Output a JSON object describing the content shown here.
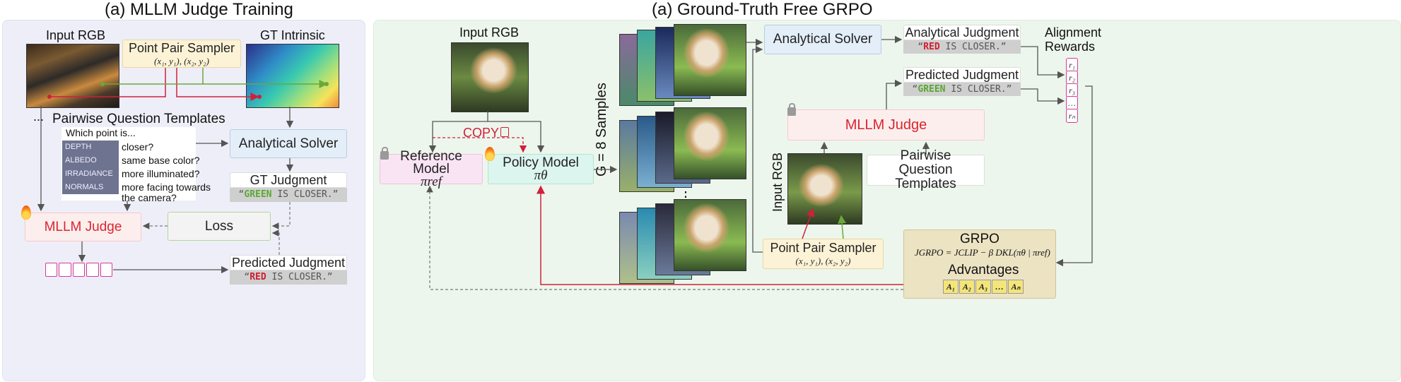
{
  "left_panel": {
    "title": "(a) MLLM Judge Training",
    "input_rgb_label": "Input RGB",
    "gt_intrinsic_label": "GT Intrinsic",
    "point_pair_sampler": {
      "title": "Point Pair Sampler",
      "coords": "(x₁, y₁), (x₂, y₂)"
    },
    "templates": {
      "title": "Pairwise Question Templates",
      "header": "Which point is...",
      "items": [
        {
          "tag": "DEPTH",
          "text": "closer?"
        },
        {
          "tag": "ALBEDO",
          "text": "same base color?"
        },
        {
          "tag": "IRRADIANCE",
          "text": "more illuminated?"
        },
        {
          "tag": "NORMALS",
          "text": "more facing towards",
          "text2": "the camera?"
        }
      ]
    },
    "analytical_solver": "Analytical Solver",
    "gt_judgment": {
      "title": "GT Judgment",
      "q_open": "“",
      "color_word": "GREEN",
      "rest": " IS CLOSER.”"
    },
    "mllm_judge": "MLLM Judge",
    "loss": "Loss",
    "predicted_judgment": {
      "title": "Predicted Judgment",
      "q_open": "“",
      "color_word": "RED",
      "rest": " IS CLOSER.”"
    },
    "ellipsis": "..."
  },
  "right_panel": {
    "title": "(a) Ground-Truth Free GRPO",
    "input_rgb_label": "Input RGB",
    "copy_label": "COPY",
    "reference_model": {
      "title": "Reference Model",
      "symbol": "πref"
    },
    "policy_model": {
      "title": "Policy Model",
      "symbol": "πθ"
    },
    "samples_label": "G = 8 Samples",
    "stack_ellipsis": "⋮",
    "analytical_solver": "Analytical Solver",
    "analytical_judgment": {
      "title": "Analytical Judgment",
      "q_open": "“",
      "color_word": "RED",
      "rest": " IS CLOSER.”"
    },
    "predicted_judgment": {
      "title": "Predicted Judgment",
      "q_open": "“",
      "color_word": "GREEN",
      "rest": " IS CLOSER.”"
    },
    "alignment_rewards": {
      "line1": "Alignment",
      "line2": "Rewards",
      "tokens": [
        "r₁",
        "r₂",
        "r₃",
        "…",
        "rₙ"
      ]
    },
    "mllm_judge": "MLLM Judge",
    "pairwise_templates": {
      "line1": "Pairwise",
      "line2": "Question Templates"
    },
    "input_rgb_vertical": "Input RGB",
    "point_pair_sampler": {
      "title": "Point Pair Sampler",
      "coords": "(x₁, y₁), (x₂, y₂)"
    },
    "grpo": {
      "title": "GRPO",
      "formula": "JGRPO = JCLIP − β DKL(πθ | πref)",
      "advantages_title": "Advantages",
      "advantages": [
        "A₁",
        "A₂",
        "A₃",
        "…",
        "Aₙ"
      ]
    }
  },
  "colors": {
    "left_bg": "#eeeef9",
    "right_bg": "#edf6ec",
    "red_arrow": "#d0203a",
    "green_arrow": "#6aa83a",
    "mllm_red": "#d9262f"
  }
}
